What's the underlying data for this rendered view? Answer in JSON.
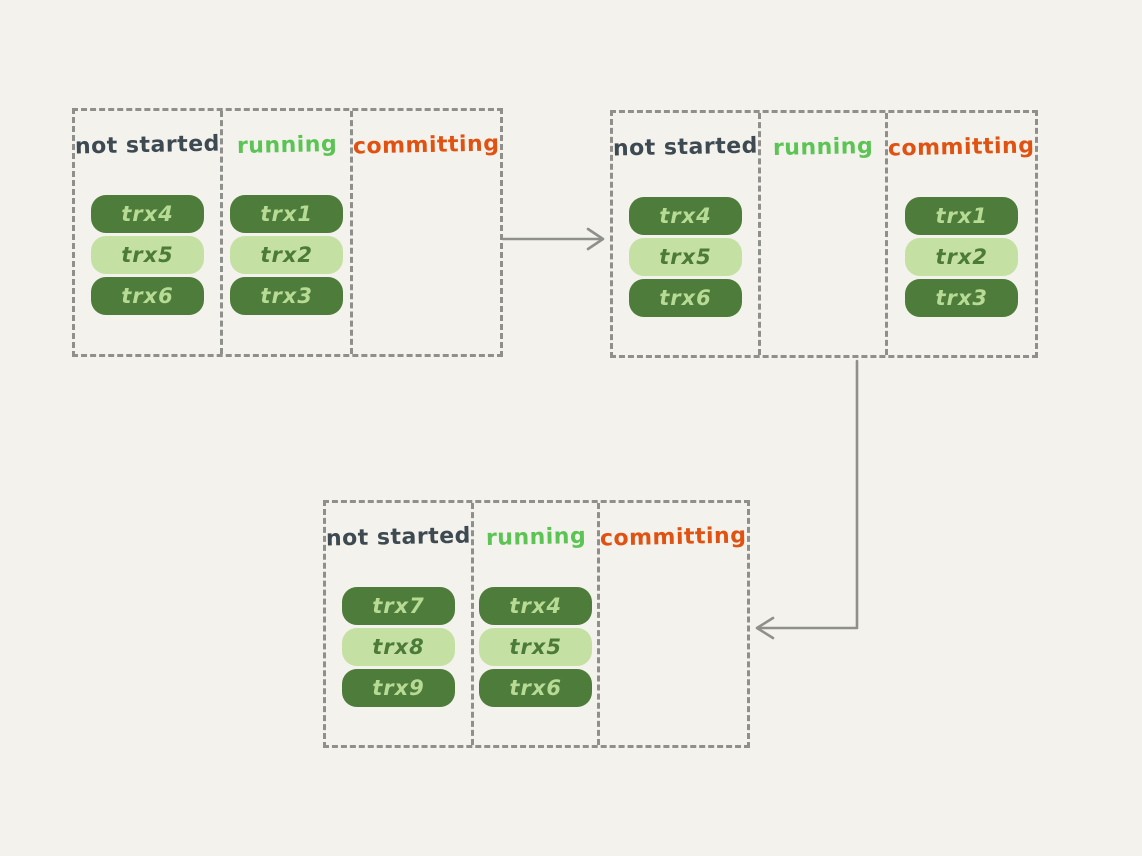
{
  "colors": {
    "background": "#f3f2ec",
    "panel_border": "#8f8f8b",
    "arrow": "#8f8f8b",
    "not_started_label_color": "#3d4a52",
    "running_label_color": "#5bc454",
    "committing_label_color": "#e05212",
    "pill_dark_bg": "#4e7c3a",
    "pill_dark_text": "#b7db95",
    "pill_light_bg": "#c4e1a3",
    "pill_light_text": "#4c7a38"
  },
  "panels": [
    {
      "name": "state-snapshot-1",
      "columns": [
        {
          "label": "not started",
          "pills": [
            {
              "label": "trx4",
              "variant": "dark"
            },
            {
              "label": "trx5",
              "variant": "light"
            },
            {
              "label": "trx6",
              "variant": "dark"
            }
          ]
        },
        {
          "label": "running",
          "pills": [
            {
              "label": "trx1",
              "variant": "dark"
            },
            {
              "label": "trx2",
              "variant": "light"
            },
            {
              "label": "trx3",
              "variant": "dark"
            }
          ]
        },
        {
          "label": "committing",
          "pills": []
        }
      ]
    },
    {
      "name": "state-snapshot-2",
      "columns": [
        {
          "label": "not started",
          "pills": [
            {
              "label": "trx4",
              "variant": "dark"
            },
            {
              "label": "trx5",
              "variant": "light"
            },
            {
              "label": "trx6",
              "variant": "dark"
            }
          ]
        },
        {
          "label": "running",
          "pills": []
        },
        {
          "label": "committing",
          "pills": [
            {
              "label": "trx1",
              "variant": "dark"
            },
            {
              "label": "trx2",
              "variant": "light"
            },
            {
              "label": "trx3",
              "variant": "dark"
            }
          ]
        }
      ]
    },
    {
      "name": "state-snapshot-3",
      "columns": [
        {
          "label": "not started",
          "pills": [
            {
              "label": "trx7",
              "variant": "dark"
            },
            {
              "label": "trx8",
              "variant": "light"
            },
            {
              "label": "trx9",
              "variant": "dark"
            }
          ]
        },
        {
          "label": "running",
          "pills": [
            {
              "label": "trx4",
              "variant": "dark"
            },
            {
              "label": "trx5",
              "variant": "light"
            },
            {
              "label": "trx6",
              "variant": "dark"
            }
          ]
        },
        {
          "label": "committing",
          "pills": []
        }
      ]
    }
  ],
  "arrows": [
    {
      "name": "arrow-snapshot1-to-snapshot2",
      "direction": "right"
    },
    {
      "name": "arrow-snapshot2-to-snapshot3",
      "direction": "down-then-left"
    }
  ]
}
